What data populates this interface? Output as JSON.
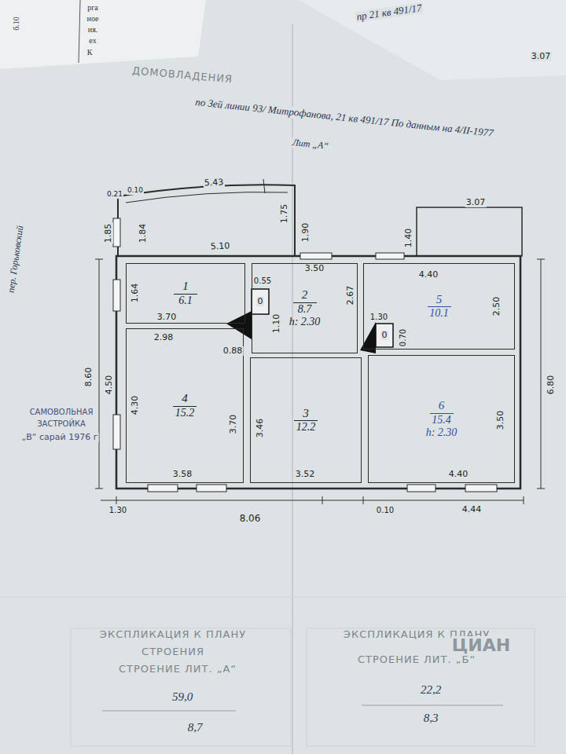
{
  "diagram": {
    "nodes": [
      {
        "text": [
          "1",
          "6.1"
        ]
      },
      {
        "text": [
          "2",
          "8.7",
          "h: 2.30"
        ]
      },
      {
        "text": [
          "5",
          "10.1"
        ]
      },
      {
        "text": [
          "4",
          "15.2"
        ]
      },
      {
        "text": [
          "3",
          "12.2"
        ]
      },
      {
        "text": [
          "6",
          "15.4",
          "h: 2.30"
        ]
      }
    ],
    "labels": [
      "б.10",
      "рга",
      "ное",
      "ия.",
      "ех",
      "К",
      "пр 21 кв 491/17",
      "ДОМОВЛАДЕНИЯ",
      "по 3ей линии 93/ Митрофанова, 21 кв 491/17 По данным на 4/II-1977",
      "Лит „А“",
      "3.07",
      "0.21",
      "0.10",
      "5.43",
      "1.85",
      "1.84",
      "1.75",
      "1.90",
      "5.10",
      "1.40",
      "3.07",
      "3.50",
      "4.40",
      "2.67",
      "1.30",
      "0.70",
      "2.50",
      "1.64",
      "3.70",
      "0.55",
      "1.10",
      "2.98",
      "0.88",
      "8.60",
      "4.50",
      "4.30",
      "3.70",
      "3.46",
      "3.50",
      "6.80",
      "3.58",
      "3.52",
      "4.40",
      "1.30",
      "8.06",
      "0.10",
      "4.44",
      "0",
      "0",
      "пер. Горьковский",
      "САМОВОЛЬНАЯ",
      "ЗАСТРОЙКА",
      "„В“ сарай 1976 г",
      "ЭКСПЛИКАЦИЯ К ПЛАНУ",
      "СТРОЕНИЯ",
      "СТРОЕНИЕ ЛИТ. „А“",
      "59,0",
      "8,7",
      "ЭКСПЛИКАЦИЯ К ПЛАНУ",
      "СТРОЕНИЕ ЛИТ. „Б“",
      "22,2",
      "8,3",
      "ЦИАН"
    ]
  }
}
